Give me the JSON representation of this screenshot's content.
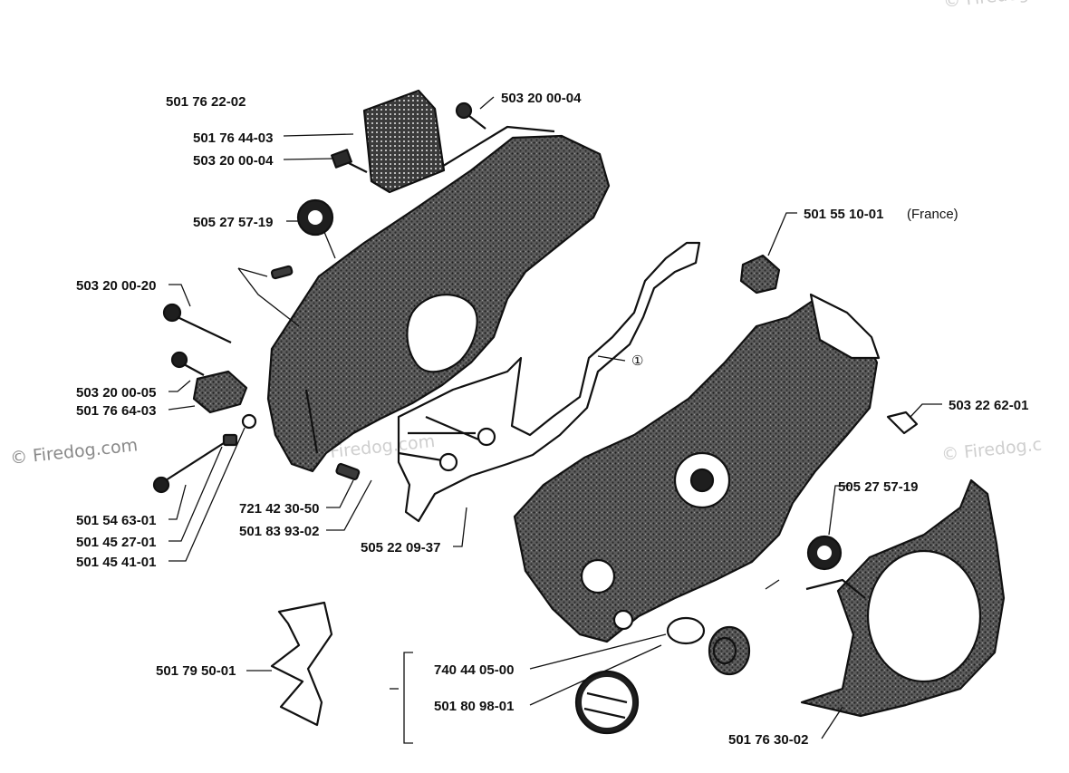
{
  "watermarks": {
    "left": "© Firedog.com",
    "right": "© Firedog.c",
    "center": "Firedog.com",
    "top": "© Firedog.c"
  },
  "labels": {
    "cover_assembly": "501 76 22-02",
    "filter_screen": "501 76 44-03",
    "screw_top_right": "503 20 00-04",
    "screw_filter": "503 20 00-04",
    "seal_upper": "505 27 57-19",
    "bolt_long": "503 20 00-20",
    "screw_adjuster": "503 20 00-05",
    "adjuster_block": "501 76 64-03",
    "valve": "501 55 10-01",
    "valve_note": "(France)",
    "circle_note": "①",
    "clip": "503 22 62-01",
    "seal_right": "505 27 57-19",
    "pin": "721 42 30-50",
    "gasket": "501 83 93-02",
    "stud": "505 22 09-37",
    "screw_bottom": "501 54 63-01",
    "washer_a": "501 45 27-01",
    "washer_b": "501 45 41-01",
    "guard_plate": "501 79 50-01",
    "o_ring": "740 44 05-00",
    "plug": "501 80 98-01",
    "side_cover": "501 76 30-02"
  }
}
